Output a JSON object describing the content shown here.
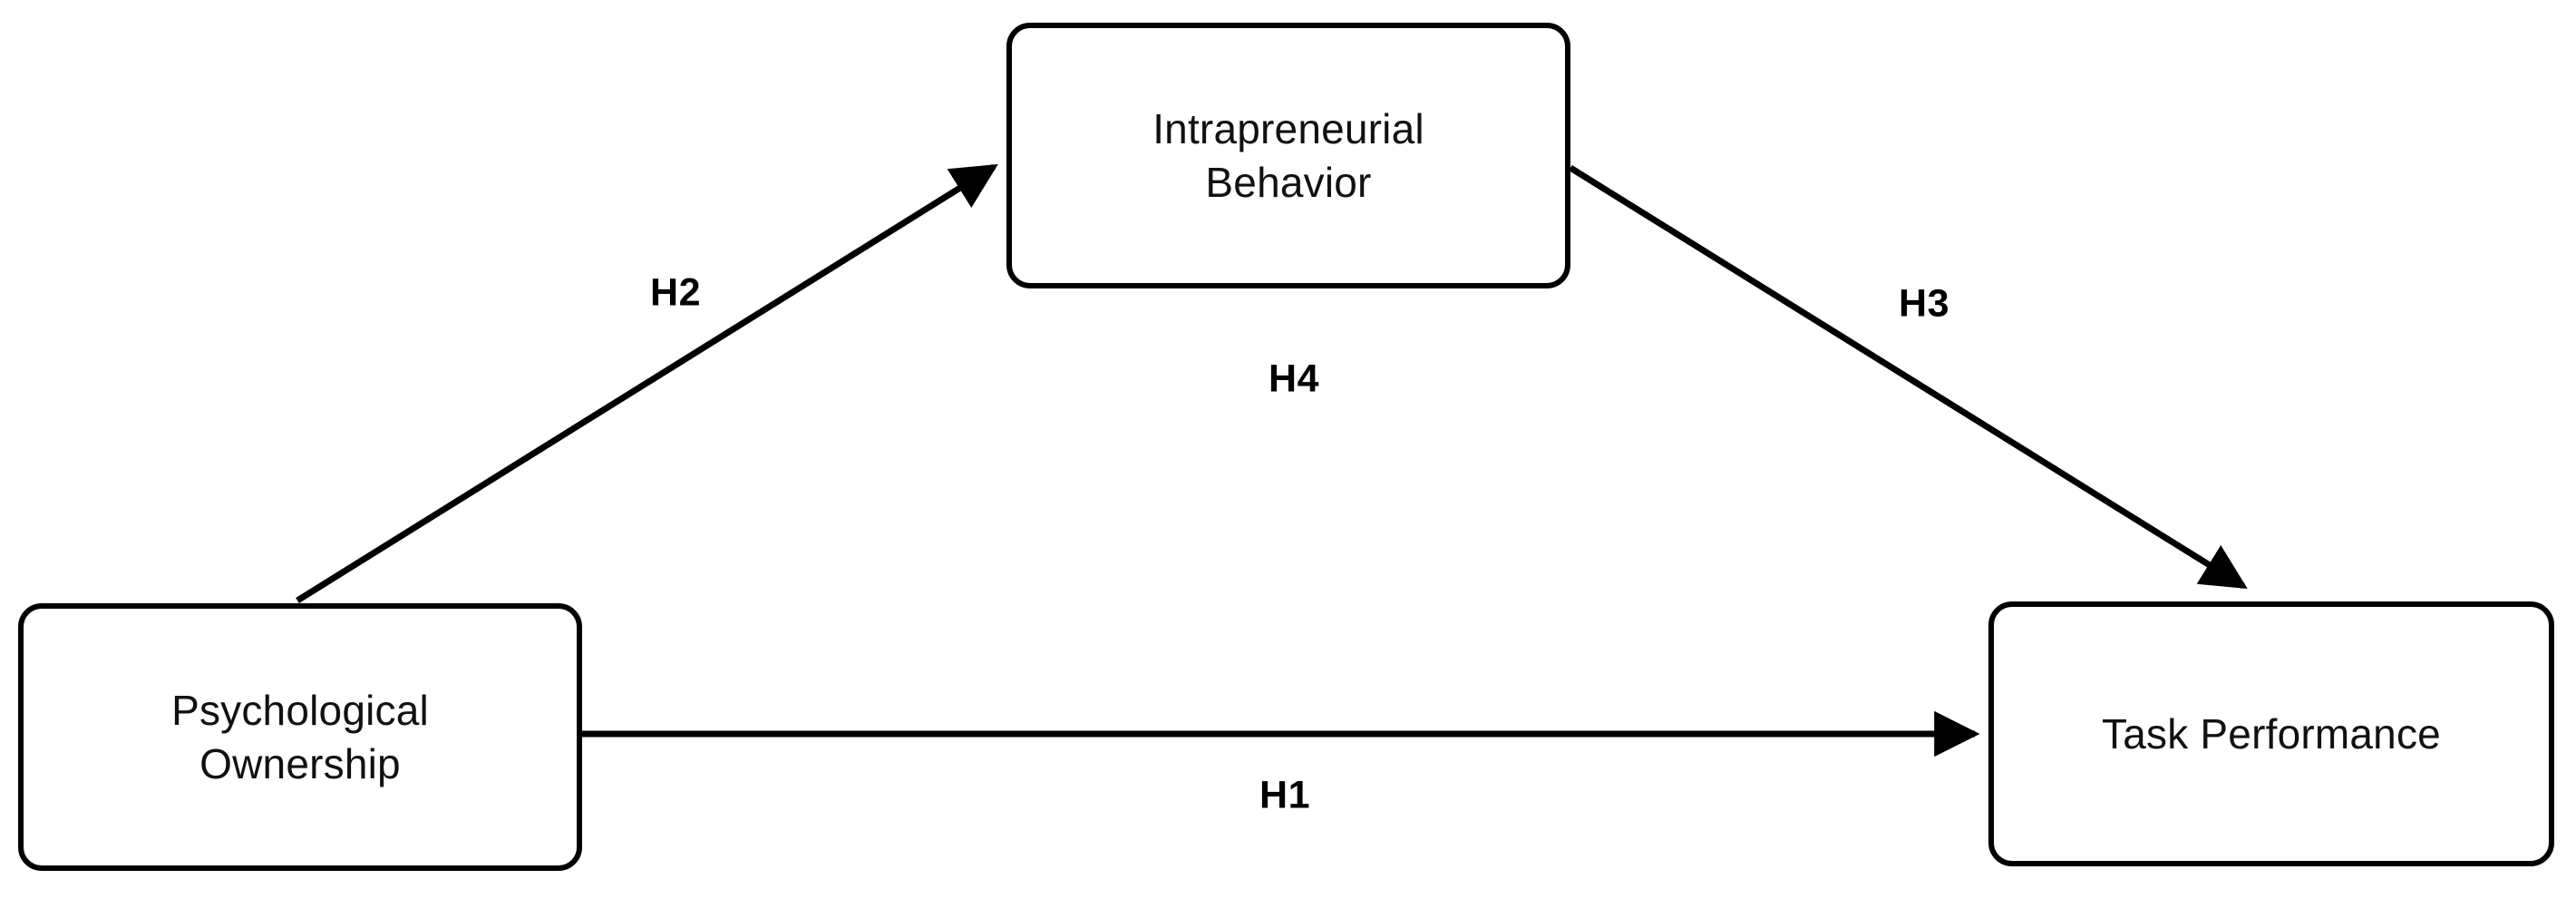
{
  "diagram": {
    "type": "conceptual-research-model",
    "background_color": "#ffffff",
    "line_color": "#000000",
    "text_color": "#111111",
    "nodes": [
      {
        "id": "intrapreneurial-behavior",
        "label": "Intrapreneurial\nBehavior",
        "role": "mediator"
      },
      {
        "id": "psychological-ownership",
        "label": "Psychological\nOwnership",
        "role": "independent-variable"
      },
      {
        "id": "task-performance",
        "label": "Task Performance",
        "role": "dependent-variable"
      }
    ],
    "edges": [
      {
        "id": "h1",
        "label": "H1",
        "from": "psychological-ownership",
        "to": "task-performance",
        "style": "straight-arrow"
      },
      {
        "id": "h2",
        "label": "H2",
        "from": "psychological-ownership",
        "to": "intrapreneurial-behavior",
        "style": "diagonal-arrow"
      },
      {
        "id": "h3",
        "label": "H3",
        "from": "intrapreneurial-behavior",
        "to": "task-performance",
        "style": "diagonal-arrow"
      },
      {
        "id": "h4",
        "label": "H4",
        "from": "psychological-ownership",
        "to": "task-performance",
        "via": "intrapreneurial-behavior",
        "style": "mediation-label-only"
      }
    ]
  }
}
